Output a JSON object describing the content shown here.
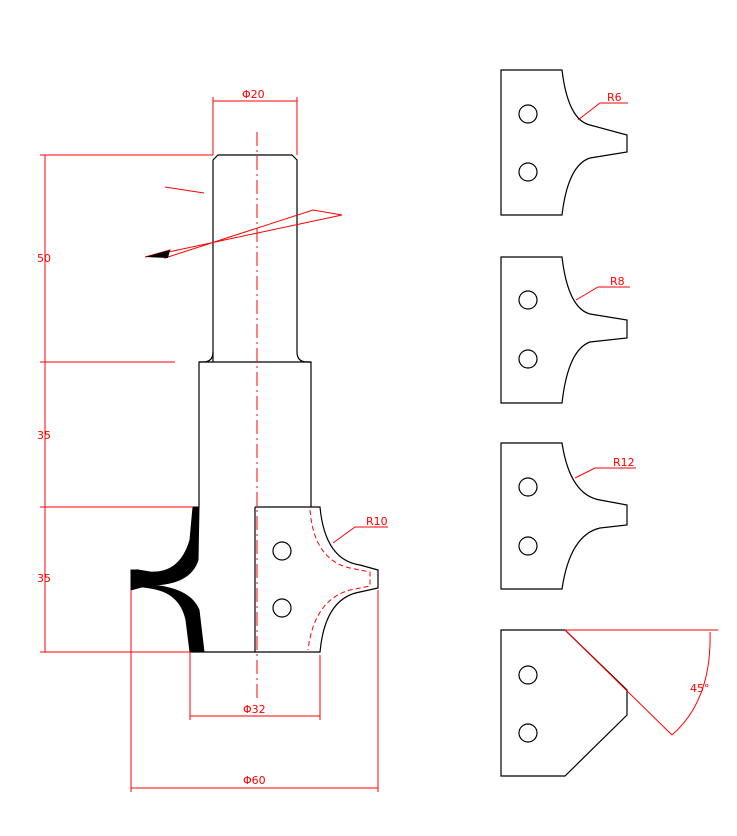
{
  "drawing": {
    "dimensions": {
      "shank_diameter": "Φ20",
      "shank_length": "50",
      "body_length": "35",
      "cutter_height": "35",
      "cutter_radius": "R10",
      "bottom_diameter": "Φ32",
      "cutter_diameter": "Φ60"
    },
    "inserts": [
      {
        "radius": "R6"
      },
      {
        "radius": "R8"
      },
      {
        "radius": "R12"
      },
      {
        "angle": "45°"
      }
    ],
    "colors": {
      "outline": "#000000",
      "dimension": "#ff0000"
    }
  }
}
